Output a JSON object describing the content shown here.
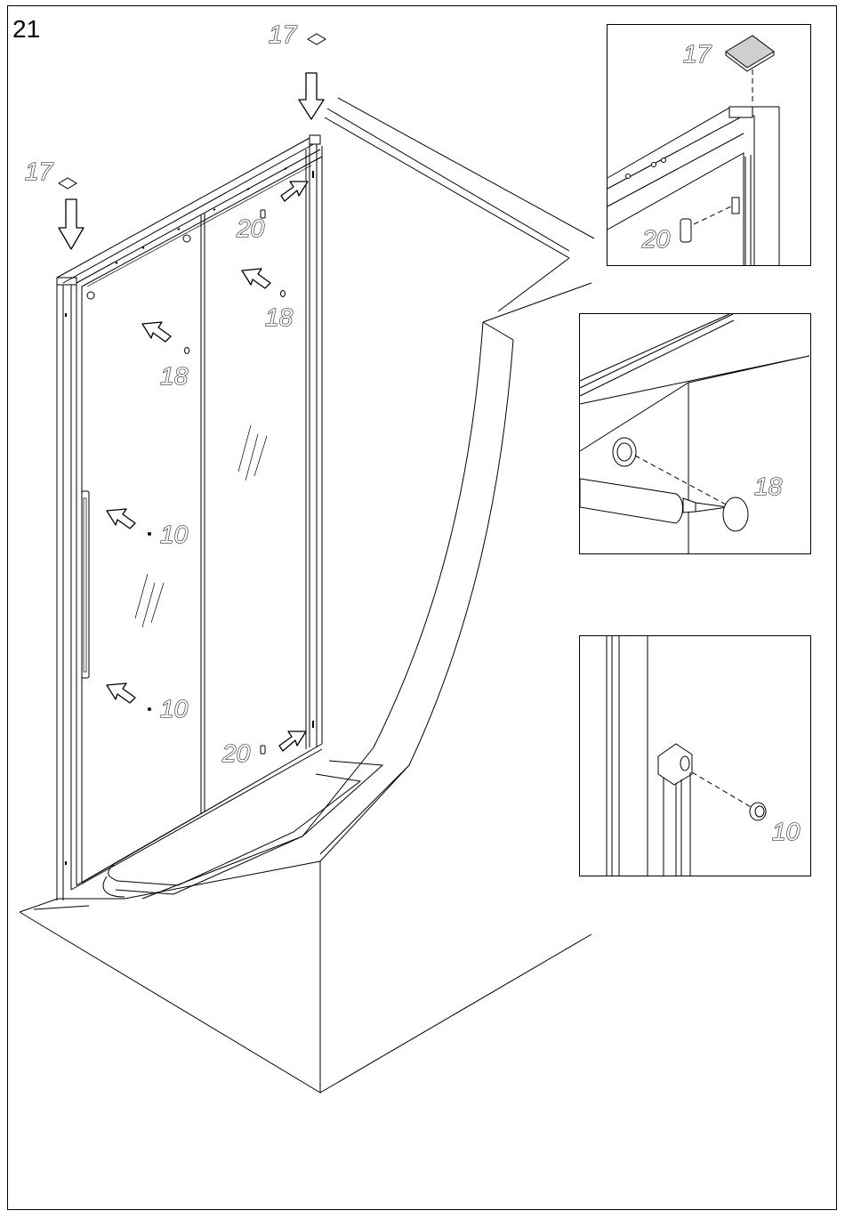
{
  "step_number": "21",
  "callouts": {
    "cap_top_right": "17",
    "cap_top_left": "17",
    "stop_upper": "20",
    "stop_lower": "20",
    "bumper_upper_right": "18",
    "bumper_upper_left": "18",
    "handle_cap_upper": "10",
    "handle_cap_lower": "10"
  },
  "details": {
    "cap_detail": {
      "cap_label": "17",
      "stop_label": "20"
    },
    "bumper_detail": {
      "bumper_label": "18"
    },
    "handle_detail": {
      "cap_label": "10"
    }
  }
}
